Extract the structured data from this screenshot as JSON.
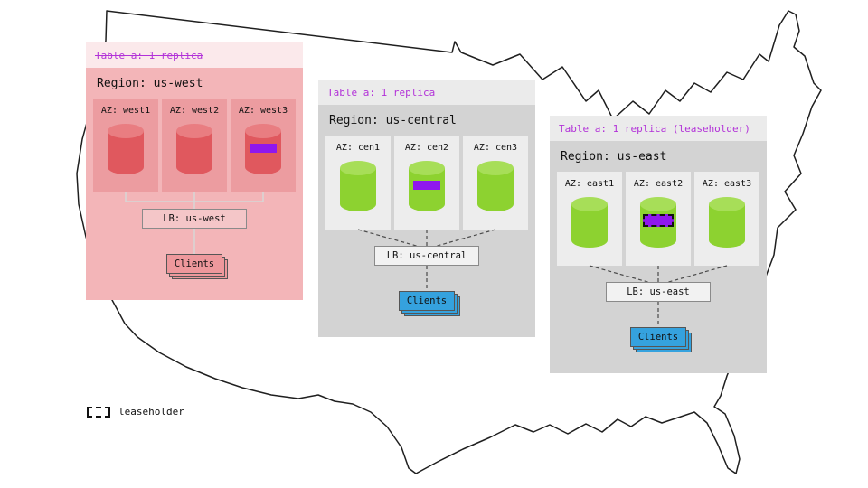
{
  "colors": {
    "marker_purple": "#8F17EE",
    "table_label_purple": "#B231D8",
    "west_red": "#E0585E",
    "replica_green": "#8DD230",
    "clients_blue": "#35A2DE",
    "west_panel_pink": "#F3B5B8",
    "gray_panel": "#D3D3D3"
  },
  "legend": {
    "label": "leaseholder"
  },
  "regions": [
    {
      "table_label": "Table a: 1 replica",
      "region_label": "Region: us-west",
      "lb_label": "LB: us-west",
      "clients_label": "Clients",
      "azs": [
        {
          "label": "AZ: west1"
        },
        {
          "label": "AZ: west2"
        },
        {
          "label": "AZ: west3",
          "marker": "replica"
        }
      ]
    },
    {
      "table_label": "Table a: 1 replica",
      "region_label": "Region: us-central",
      "lb_label": "LB: us-central",
      "clients_label": "Clients",
      "azs": [
        {
          "label": "AZ: cen1"
        },
        {
          "label": "AZ: cen2",
          "marker": "replica"
        },
        {
          "label": "AZ: cen3"
        }
      ]
    },
    {
      "table_label": "Table a: 1 replica (leaseholder)",
      "region_label": "Region: us-east",
      "lb_label": "LB: us-east",
      "clients_label": "Clients",
      "azs": [
        {
          "label": "AZ: east1"
        },
        {
          "label": "AZ: east2",
          "marker": "leaseholder"
        },
        {
          "label": "AZ: east3"
        }
      ]
    }
  ]
}
